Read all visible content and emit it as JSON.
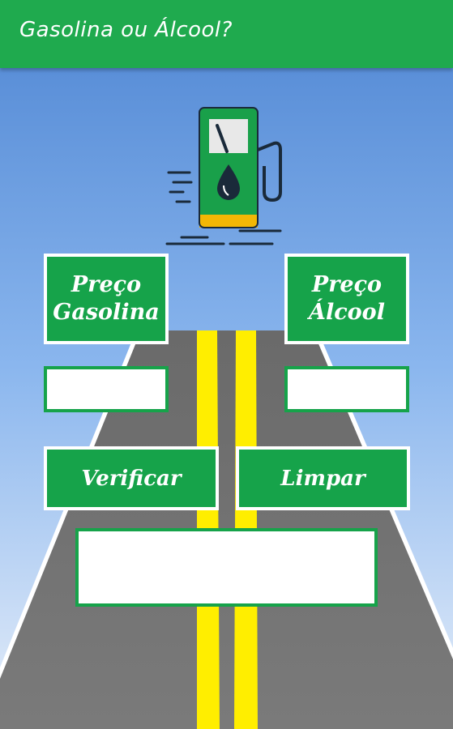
{
  "app": {
    "title": "Gasolina ou Álcool?"
  },
  "colors": {
    "app_bar": "#1faa4e",
    "accent_green": "#16a34a",
    "sky_top": "#5a8fd8",
    "sky_bottom": "#e6eef9",
    "road": "#6f6f6f",
    "road_line": "#ffee00"
  },
  "icons": {
    "header_illustration": "fuel-pump-icon"
  },
  "form": {
    "gasoline_label": "Preço\nGasolina",
    "alcohol_label": "Preço\nÁlcool",
    "gasoline_input_value": "",
    "alcohol_input_value": "",
    "verify_label": "Verificar",
    "clear_label": "Limpar",
    "result_text": ""
  }
}
